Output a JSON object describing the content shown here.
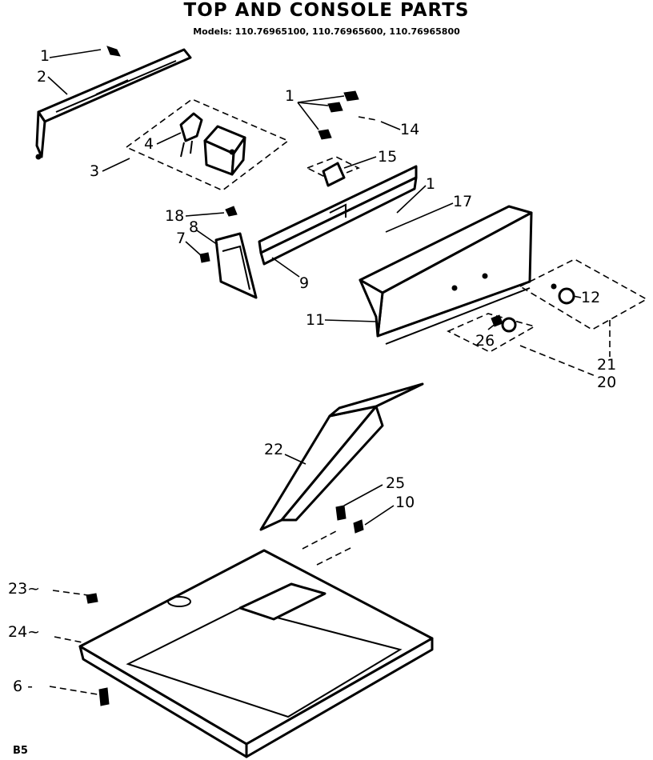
{
  "title": "TOP AND CONSOLE PARTS",
  "models_line": "Models: 110.76965100, 110.76965600, 110.76965800",
  "footer_code": "B5",
  "callouts": {
    "c1a": "1",
    "c2": "2",
    "c3": "3",
    "c4": "4",
    "c1b": "1",
    "c14": "14",
    "c15": "15",
    "c1c": "1",
    "c17": "17",
    "c18": "18",
    "c8": "8",
    "c7": "7",
    "c9": "9",
    "c11": "11",
    "c12": "12",
    "c26": "26",
    "c21": "21",
    "c20": "20",
    "c22": "22",
    "c25": "25",
    "c10": "10",
    "c23": "23~",
    "c24": "24~",
    "c6": "6 -"
  }
}
